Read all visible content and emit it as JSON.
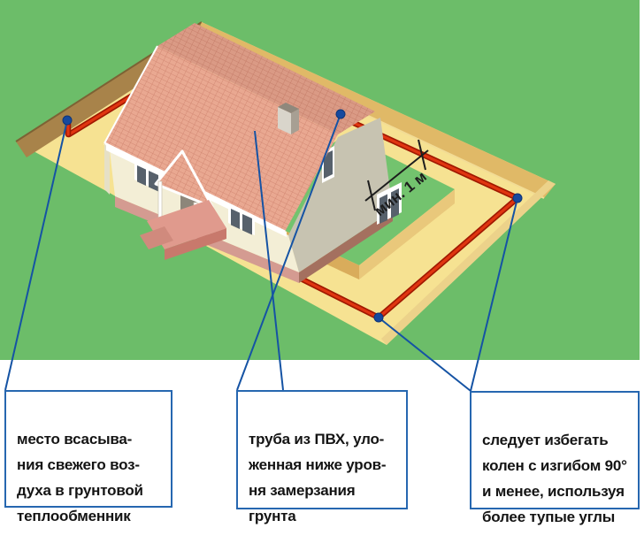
{
  "diagram": {
    "title_hint": "ground-coupled fresh-air heat exchanger pipe around a house",
    "dimension_label": "мин. 1 м",
    "callouts": [
      {
        "id": "air-intake",
        "text": "место всасыва-\nния свежего воз-\nдуха в грунтовой\nтеплообменник"
      },
      {
        "id": "pvc-pipe",
        "text": "труба из ПВХ, уло-\nженная ниже уров-\nня замерзания\nгрунта"
      },
      {
        "id": "avoid-bends",
        "text": "следует избегать\nколен с изгибом 90°\nи менее, используя\nболее тупые углы"
      }
    ],
    "colors": {
      "grass_green": "#6cbd69",
      "island_green": "#73c36e",
      "trench_sand": "#f6e292",
      "trench_wall_dark": "#a8834a",
      "trench_wall_light": "#e0b967",
      "pipe_red": "#e03510",
      "pipe_red_dark": "#a01800",
      "annotation_blue": "#1553a4",
      "callout_border_blue": "#2667b0",
      "roof_tile_salmon": "#e9a891",
      "house_wall_cream": "#f3eed6",
      "gable_wall_gray": "#c7c3b1"
    }
  }
}
